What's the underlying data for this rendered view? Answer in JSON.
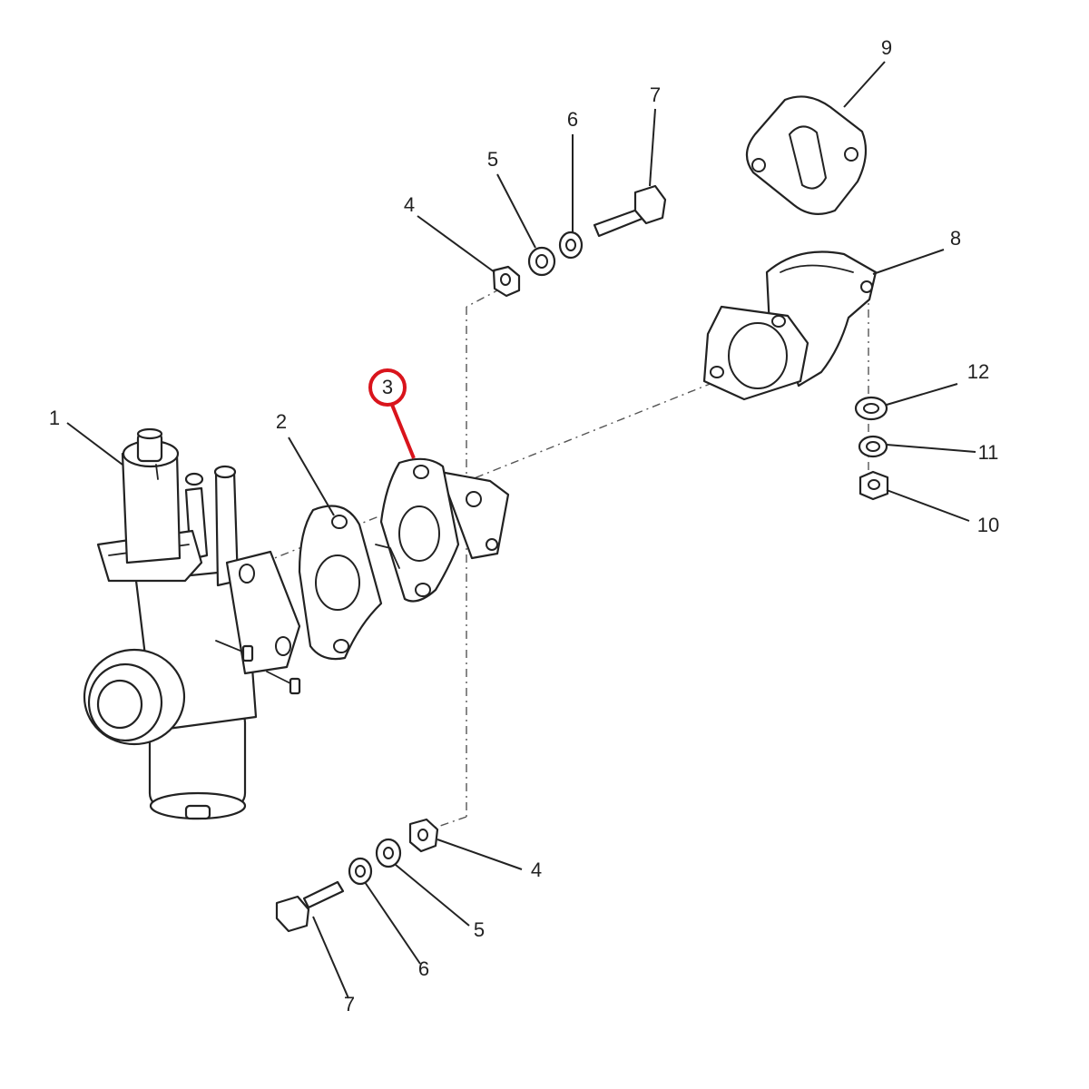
{
  "callouts": [
    {
      "id": "callout-1",
      "label": "1"
    },
    {
      "id": "callout-2",
      "label": "2"
    },
    {
      "id": "callout-3",
      "label": "3",
      "highlighted": true
    },
    {
      "id": "callout-4-top",
      "label": "4"
    },
    {
      "id": "callout-5-top",
      "label": "5"
    },
    {
      "id": "callout-6-top",
      "label": "6"
    },
    {
      "id": "callout-7-top",
      "label": "7"
    },
    {
      "id": "callout-8",
      "label": "8"
    },
    {
      "id": "callout-9",
      "label": "9"
    },
    {
      "id": "callout-10",
      "label": "10"
    },
    {
      "id": "callout-11",
      "label": "11"
    },
    {
      "id": "callout-12",
      "label": "12"
    },
    {
      "id": "callout-4-bottom",
      "label": "4"
    },
    {
      "id": "callout-5-bottom",
      "label": "5"
    },
    {
      "id": "callout-6-bottom",
      "label": "6"
    },
    {
      "id": "callout-7-bottom",
      "label": "7"
    }
  ],
  "colors": {
    "line": "#222222",
    "highlight": "#d9141c",
    "background": "#ffffff"
  }
}
